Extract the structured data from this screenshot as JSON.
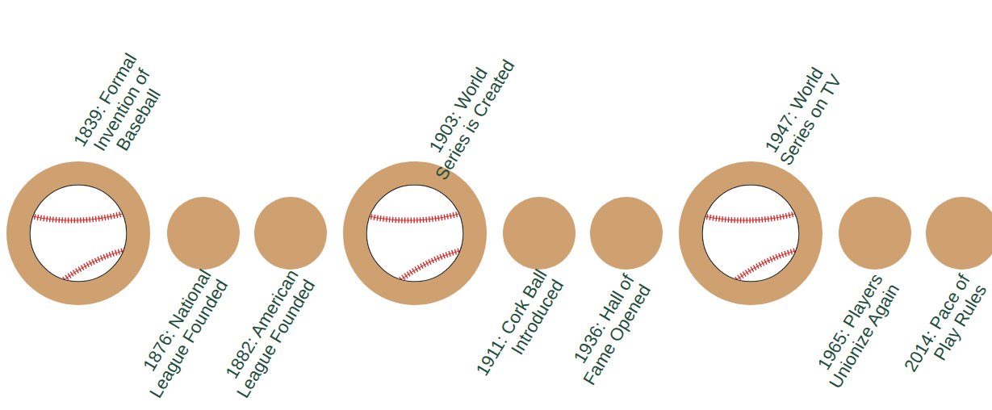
{
  "diagram": {
    "nodes": [
      {
        "text": [
          "1839: Formal Invention of Baseball"
        ]
      },
      {
        "text": [
          "1876: National League Founded"
        ]
      },
      {
        "text": [
          "1882: American League Founded"
        ]
      },
      {
        "text": [
          "1903: World Series is Created"
        ]
      },
      {
        "text": [
          "1911: Cork Ball Introduced"
        ]
      },
      {
        "text": [
          "1936: Hall of Fame Opened"
        ]
      },
      {
        "text": [
          "1947: World Series on TV"
        ]
      },
      {
        "text": [
          "1965: Players Unionize Again"
        ]
      },
      {
        "text": [
          "2014: Pace of Play Rules"
        ]
      }
    ]
  }
}
